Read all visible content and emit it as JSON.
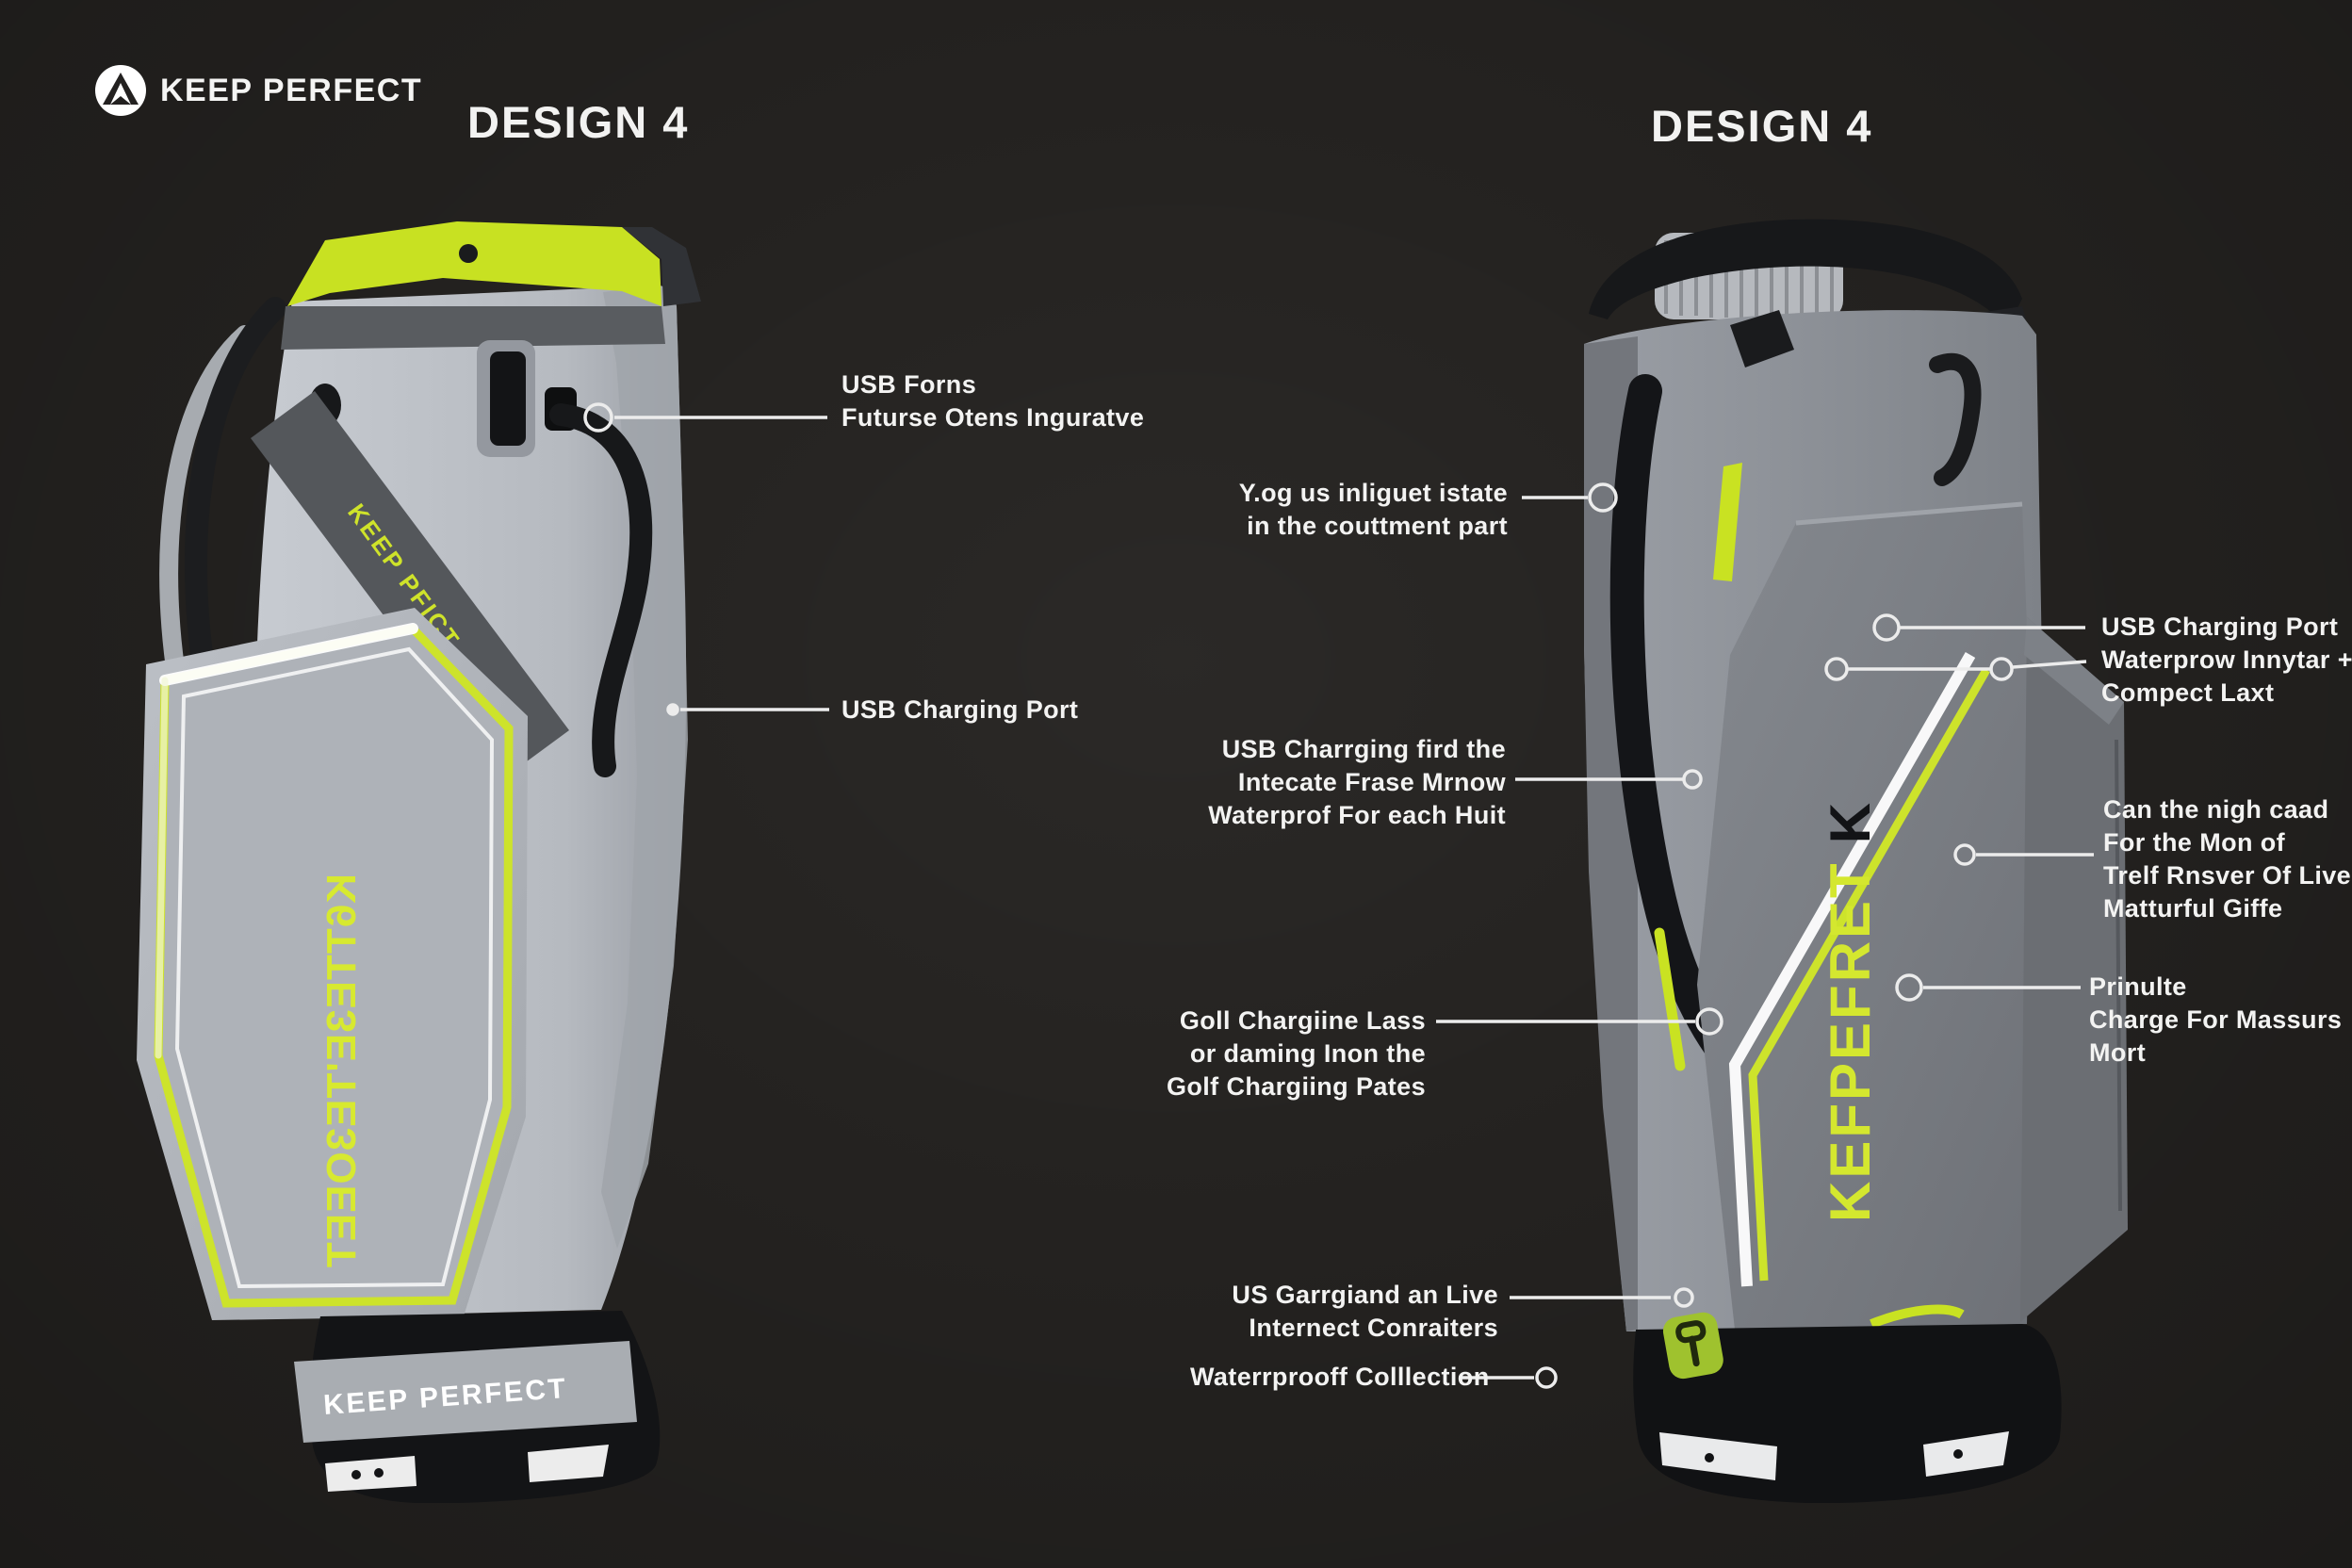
{
  "header": {
    "brand": "KEEP PERFECT"
  },
  "titles": {
    "left": "DESIGN 4",
    "right": "DESIGN 4"
  },
  "colors": {
    "background": "#242220",
    "neon": "#cde32b",
    "callout_text": "#f3f3f2"
  },
  "bags": {
    "left": {
      "stripe_text": "KEEP PFICT",
      "panel_text": "K6TTE3E'TE3OEET",
      "base_text": "KEEP PERFECT"
    },
    "right": {
      "panel_text": "KEFPEFRET",
      "panel_text_suffix": "K"
    }
  },
  "callouts": {
    "left": [
      {
        "lines": [
          "USB Forns",
          "Futurse Otens Inguratve"
        ]
      },
      {
        "lines": [
          "USB Charging Port"
        ]
      }
    ],
    "right": [
      {
        "lines": [
          "Y.og us inliguet istate",
          "in the couttment part"
        ]
      },
      {
        "lines": [
          "USB Charging Port",
          "Waterprow Innytar +",
          "Compect Laxt"
        ]
      },
      {
        "lines": [
          "USB Charrging fird the",
          "Intecate Frase Mrnow",
          "Waterprof For each Huit"
        ]
      },
      {
        "lines": [
          "Can the nigh caad",
          "For the Mon of",
          "Trelf Rnsver Of Live",
          "Matturful Giffe"
        ]
      },
      {
        "lines": [
          "Goll Chargiine Lass",
          "or daming Inon the",
          "Golf Chargiing Pates"
        ]
      },
      {
        "lines": [
          "Prinulte",
          "Charge For Massurs",
          "Mort"
        ]
      },
      {
        "lines": [
          "US Garrgiand an Live",
          "Internect Conraiters"
        ]
      },
      {
        "lines": [
          "Waterrprooff Colllection"
        ]
      }
    ]
  }
}
